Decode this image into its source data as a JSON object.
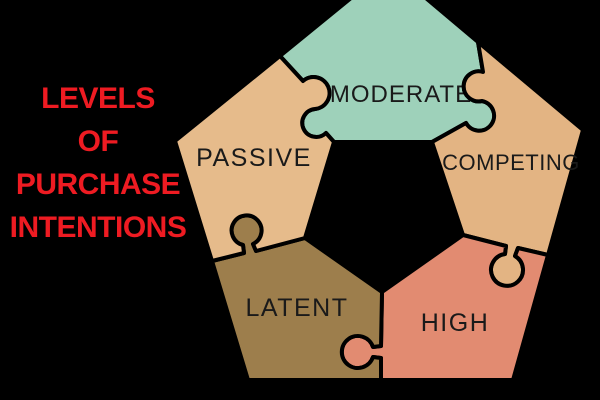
{
  "background": "#000000",
  "title": {
    "lines": [
      "LEVELS",
      "OF",
      "PURCHASE",
      "INTENTIONS"
    ],
    "color": "#EE1B22"
  },
  "diagram": {
    "type": "pentagon-puzzle",
    "description": "Five interlocking puzzle pieces forming a pentagon around a black center",
    "outline_color": "#000000",
    "center_color": "#000000",
    "label_color": "#1A1A1A",
    "pieces": [
      {
        "label": "MODERATE",
        "position": "top",
        "color": "#9ED1BA"
      },
      {
        "label": "COMPETING",
        "position": "right",
        "color": "#E3B483"
      },
      {
        "label": "HIGH",
        "position": "bottom-right",
        "color": "#E28B71"
      },
      {
        "label": "LATENT",
        "position": "bottom-left",
        "color": "#9D7E4C"
      },
      {
        "label": "PASSIVE",
        "position": "left",
        "color": "#E6BB8B"
      }
    ]
  }
}
